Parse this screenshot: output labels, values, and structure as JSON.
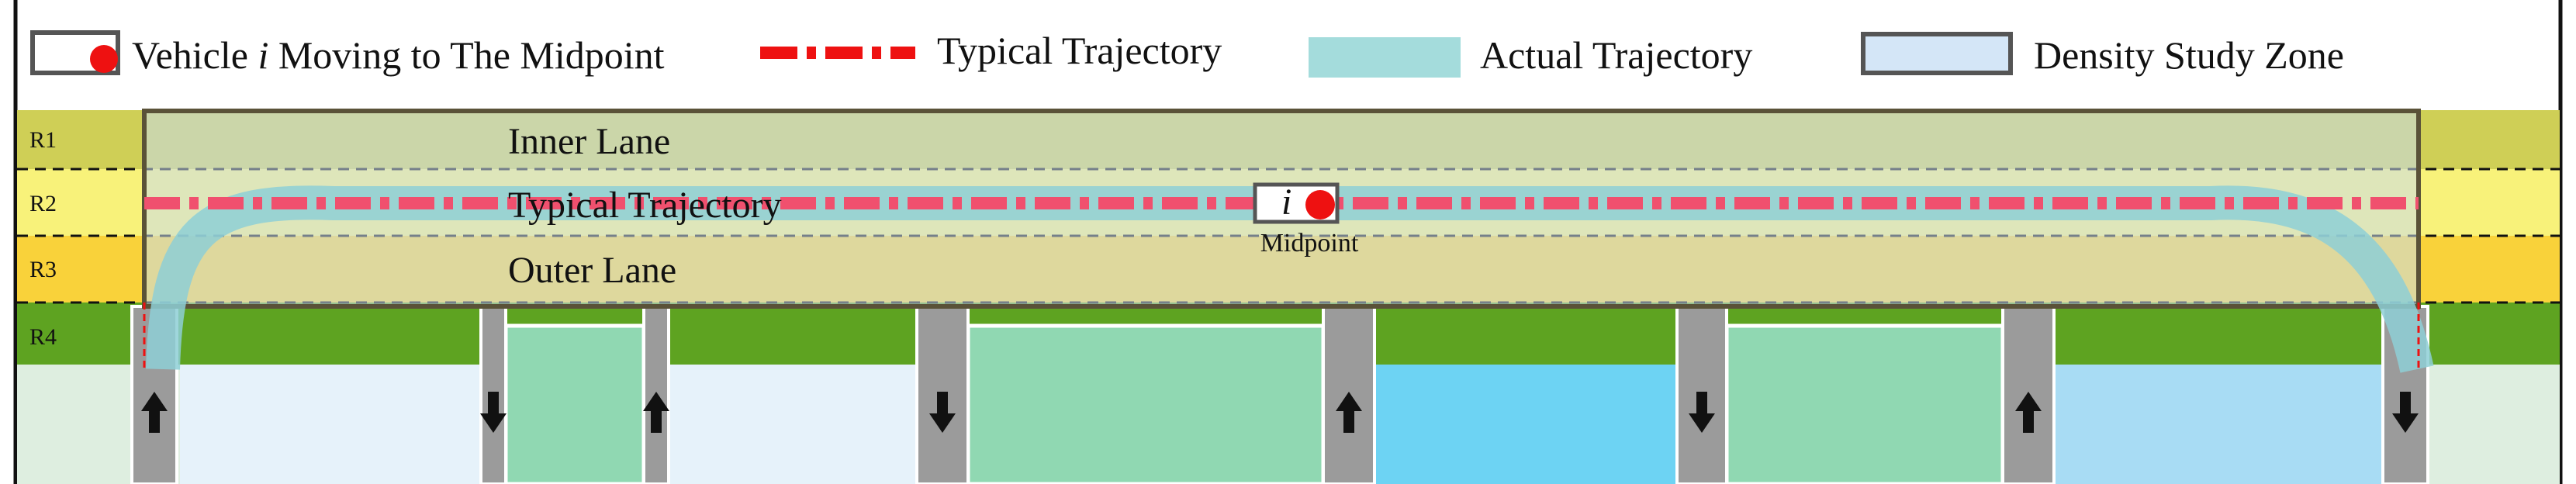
{
  "legend": {
    "vehicle_prefix": "Vehicle ",
    "vehicle_italic": "i",
    "vehicle_suffix": " Moving to The Midpoint",
    "typical": "Typical Trajectory",
    "actual": "Actual Trajectory",
    "zone": "Density Study Zone"
  },
  "rows": {
    "r1": "R1",
    "r2": "R2",
    "r3": "R3",
    "r4": "R4"
  },
  "lanes": {
    "inner": "Inner Lane",
    "typical": "Typical Trajectory",
    "outer": "Outer Lane"
  },
  "vehicle": {
    "label": "i",
    "caption": "Midpoint"
  },
  "colors": {
    "row1": "#cfcf56",
    "row2": "#f8f27a",
    "row3": "#f9d23a",
    "row4": "#5ea321",
    "zone_fill": "#d4ebf3",
    "zone_border": "#5a5238",
    "typical_trajectory": "#f0506e",
    "actual_trajectory": "#8ecfd6",
    "vehicle_dot": "#ee1111",
    "access_road": "#9b9b9b",
    "block_green": "#90d8b2",
    "block_light_blue": "#e6f2fa",
    "block_cyan": "#6dd3f3",
    "block_sky": "#a8dcf4"
  },
  "access_arrows": [
    "up",
    "down",
    "up",
    "down",
    "up",
    "down",
    "up",
    "down"
  ]
}
